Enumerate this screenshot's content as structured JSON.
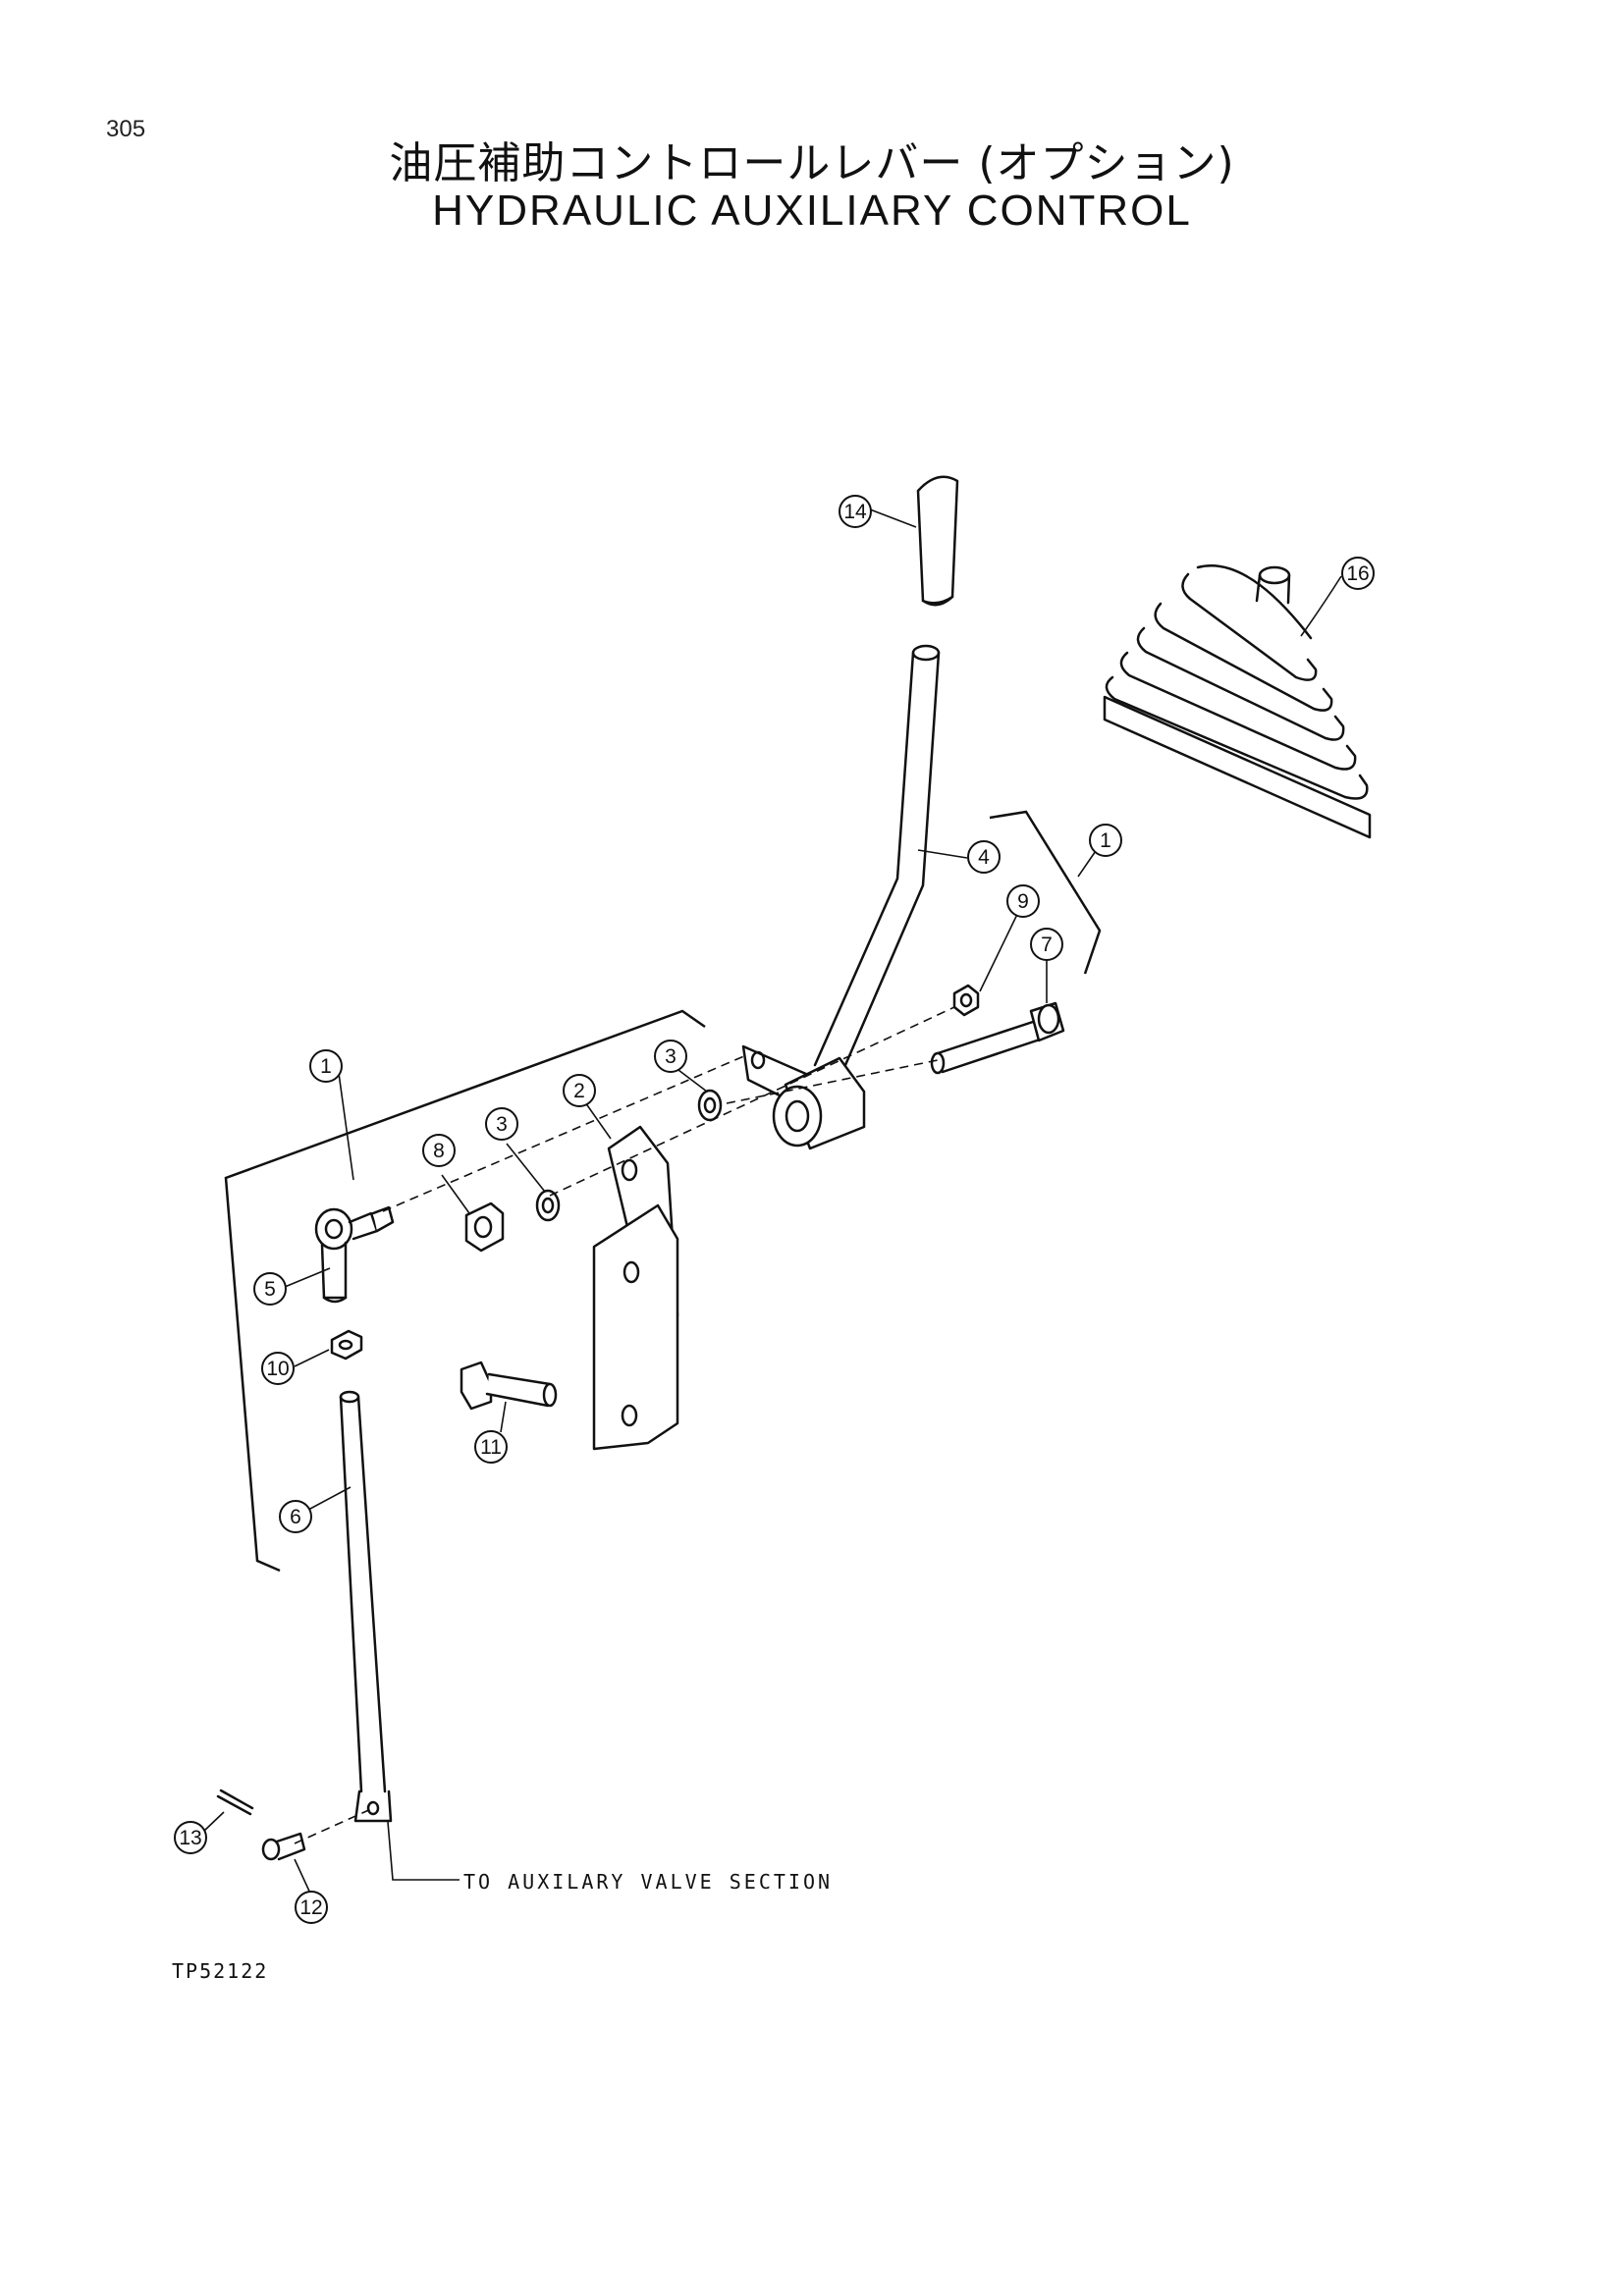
{
  "page_number": "305",
  "title_ja": "油圧補助コントロールレバー (オプション)",
  "title_en": "HYDRAULIC AUXILIARY CONTROL",
  "callout_note": "TO AUXILARY VALVE SECTION",
  "drawing_code": "TP52122",
  "callouts": {
    "c1a": "1",
    "c1b": "1",
    "c2": "2",
    "c3a": "3",
    "c3b": "3",
    "c4": "4",
    "c5": "5",
    "c6": "6",
    "c7": "7",
    "c8": "8",
    "c9": "9",
    "c10": "10",
    "c11": "11",
    "c12": "12",
    "c13": "13",
    "c14": "14",
    "c16": "16"
  }
}
